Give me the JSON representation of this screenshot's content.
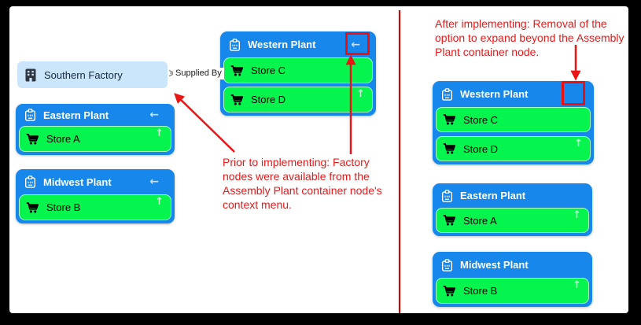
{
  "colors": {
    "plant_header_blue": "#1787ec",
    "store_green": "#05f54e",
    "factory_light_blue": "#cbe5fa",
    "annotation_red": "#e51b1b",
    "highlight_box_red": "#ec0f0f",
    "divider_red": "#c30b0b",
    "edge_line_gray": "#8a8a8a",
    "frame_black": "#000000"
  },
  "icons": {
    "collapse_arrow": "←",
    "expand_arrow": "↑"
  },
  "before": {
    "annotation": "Prior to implementing: Factory nodes were available from the Assembly Plant container node's context menu.",
    "factory": {
      "label": "Southern Factory"
    },
    "edge": {
      "label": "Supplied By"
    },
    "western": {
      "label": "Western Plant",
      "stores": [
        {
          "label": "Store C"
        },
        {
          "label": "Store D"
        }
      ]
    },
    "eastern": {
      "label": "Eastern Plant",
      "stores": [
        {
          "label": "Store A"
        }
      ]
    },
    "midwest": {
      "label": "Midwest Plant",
      "stores": [
        {
          "label": "Store B"
        }
      ]
    }
  },
  "after": {
    "annotation": "After implementing: Removal of the option to expand beyond the Assembly Plant container node.",
    "western": {
      "label": "Western Plant",
      "stores": [
        {
          "label": "Store C"
        },
        {
          "label": "Store D"
        }
      ]
    },
    "eastern": {
      "label": "Eastern Plant",
      "stores": [
        {
          "label": "Store A"
        }
      ]
    },
    "midwest": {
      "label": "Midwest Plant",
      "stores": [
        {
          "label": "Store B"
        }
      ]
    }
  }
}
